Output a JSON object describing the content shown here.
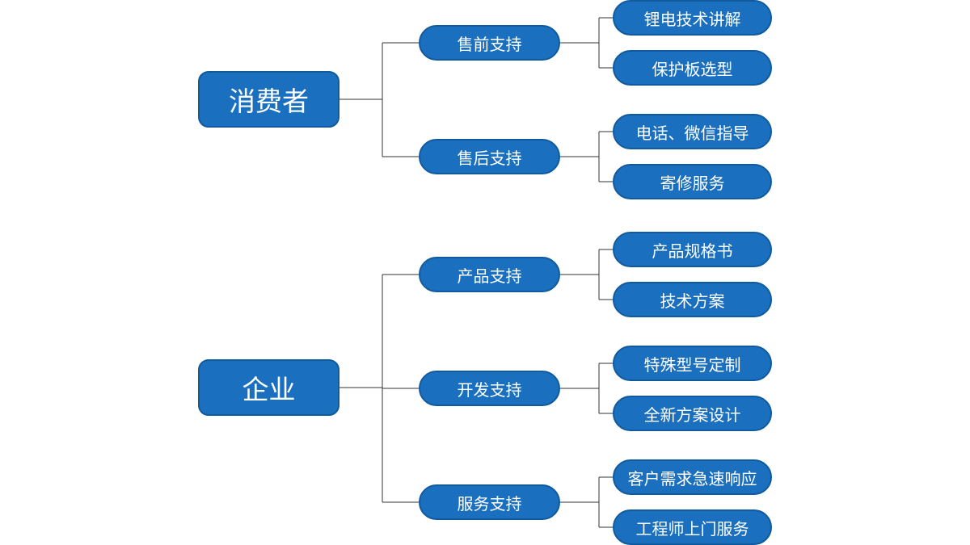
{
  "theme": {
    "node_fill": "#1a6fbe",
    "node_border": "#125a9e",
    "node_text": "#ffffff",
    "connector": "#333333"
  },
  "groups": [
    {
      "label": "消费者",
      "children": [
        {
          "label": "售前支持",
          "leaves": [
            "锂电技术讲解",
            "保护板选型"
          ]
        },
        {
          "label": "售后支持",
          "leaves": [
            "电话、微信指导",
            "寄修服务"
          ]
        }
      ]
    },
    {
      "label": "企业",
      "children": [
        {
          "label": "产品支持",
          "leaves": [
            "产品规格书",
            "技术方案"
          ]
        },
        {
          "label": "开发支持",
          "leaves": [
            "特殊型号定制",
            "全新方案设计"
          ]
        },
        {
          "label": "服务支持",
          "leaves": [
            "客户需求急速响应",
            "工程师上门服务"
          ]
        }
      ]
    }
  ]
}
